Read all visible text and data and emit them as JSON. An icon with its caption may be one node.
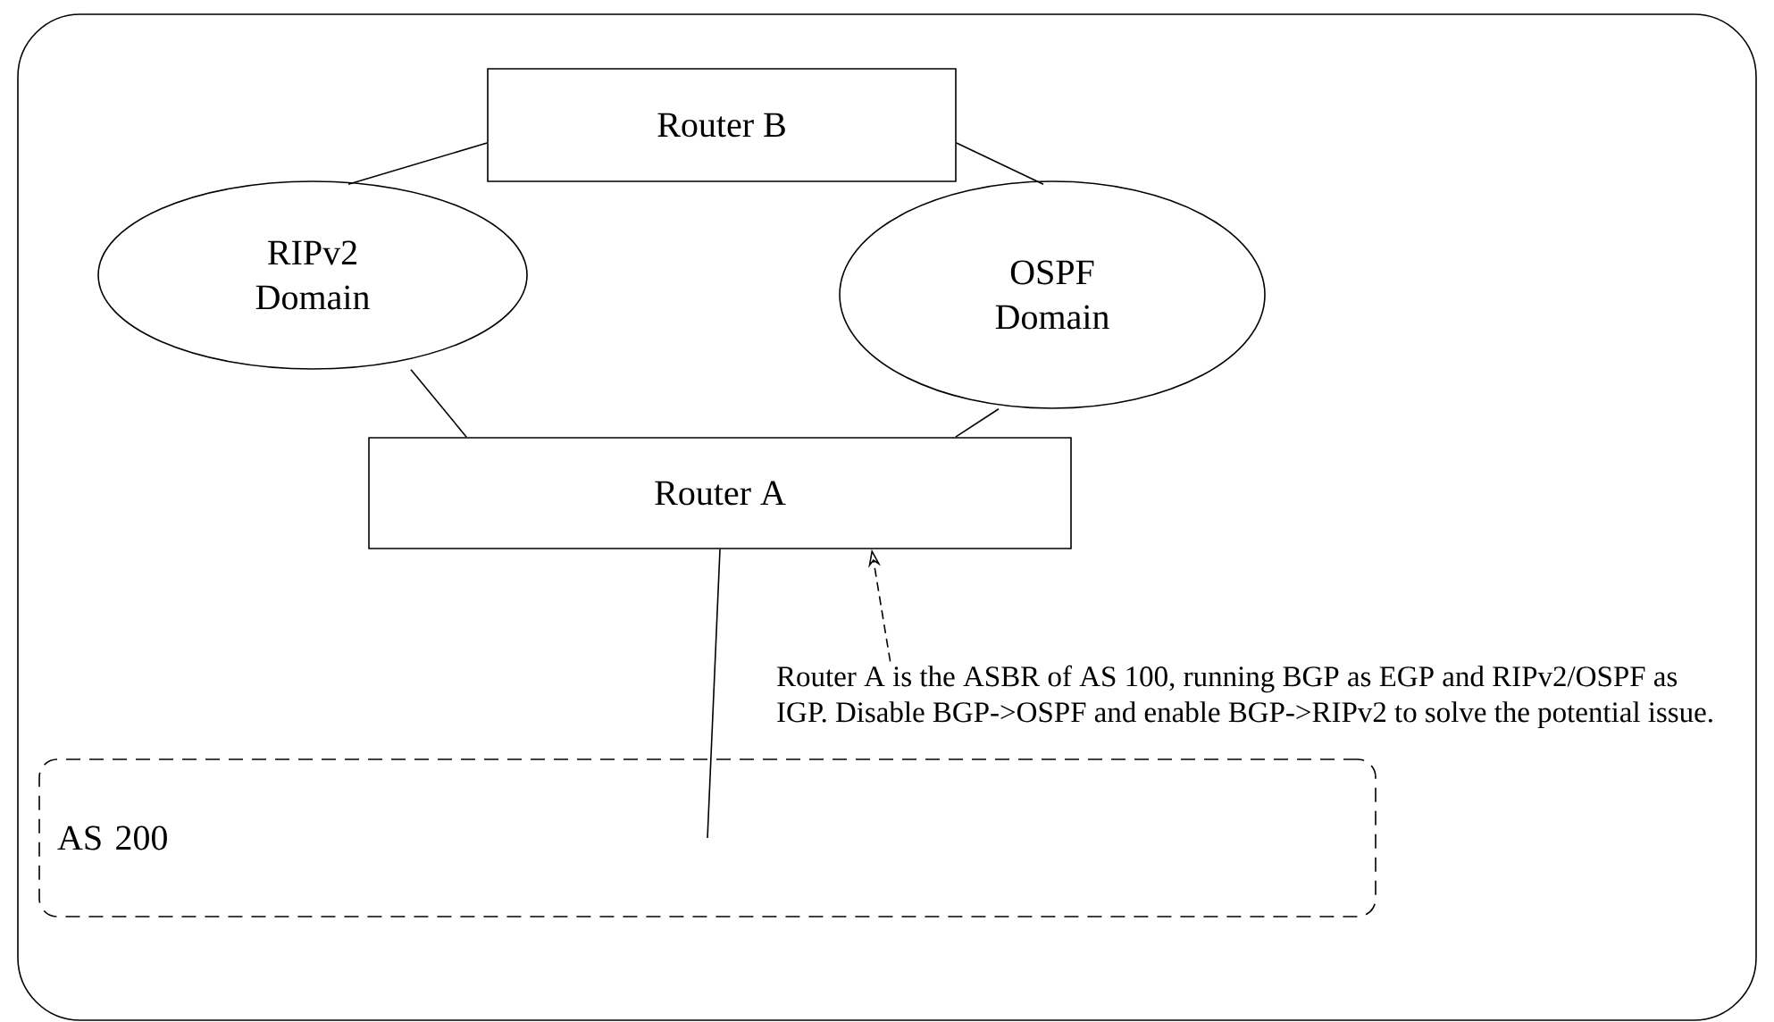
{
  "diagram": {
    "nodes": [
      {
        "text": [
          "Router B"
        ]
      },
      {
        "text": [
          "RIPv2 Domain"
        ]
      },
      {
        "text": [
          "OSPF Domain"
        ]
      },
      {
        "text": [
          "Router A"
        ]
      },
      {
        "text": [
          "Router A is the ASBR of AS 100, running BGP as EGP and RIPv2/OSPF as IGP.  Disable BGP->OSPF and enable BGP->RIPv2 to solve the potential issue."
        ]
      },
      {
        "text": [
          "AS 200"
        ]
      }
    ],
    "edges": [
      {
        "from": 1,
        "to": 0,
        "arrow": "none"
      },
      {
        "from": 0,
        "to": 2,
        "arrow": "none"
      },
      {
        "from": 1,
        "to": 3,
        "arrow": "none"
      },
      {
        "from": 2,
        "to": 3,
        "arrow": "none"
      },
      {
        "from": 3,
        "to": 5,
        "arrow": "none"
      },
      {
        "from": 4,
        "to": 3,
        "arrow": "to",
        "style": "dashed"
      }
    ]
  }
}
